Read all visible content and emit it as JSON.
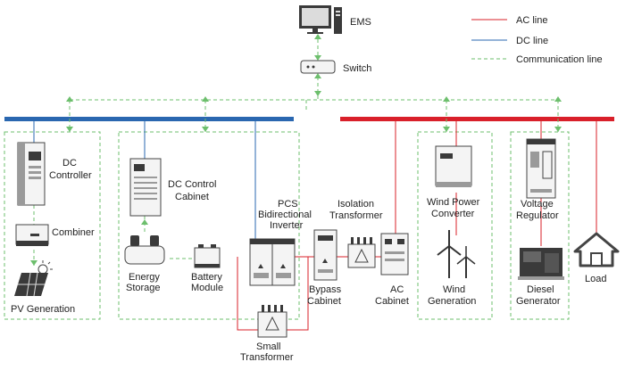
{
  "legend": {
    "ac_line": "AC line",
    "dc_line": "DC line",
    "communication_line": "Communication line"
  },
  "labels": {
    "ems": "EMS",
    "switch": "Switch",
    "dc_controller": [
      "DC",
      "Controller"
    ],
    "combiner": "Combiner",
    "pv_generation": "PV Generation",
    "dc_control_cabinet": [
      "DC Control",
      "Cabinet"
    ],
    "energy_storage": [
      "Energy",
      "Storage"
    ],
    "battery_module": [
      "Battery",
      "Module"
    ],
    "pcs": [
      "PCS",
      "Bidirectional",
      "Inverter"
    ],
    "small_transformer": [
      "Small",
      "Transformer"
    ],
    "bypass_cabinet": [
      "Bypass",
      "Cabinet"
    ],
    "isolation_transformer": [
      "Isolation",
      "Transformer"
    ],
    "ac_cabinet": [
      "AC",
      "Cabinet"
    ],
    "wind_power_converter": [
      "Wind Power",
      "Converter"
    ],
    "wind_generation": [
      "Wind",
      "Generation"
    ],
    "voltage_regulator": [
      "Voltage",
      "Regulator"
    ],
    "diesel_generator": [
      "Diesel",
      "Generator"
    ],
    "load": "Load"
  },
  "colors": {
    "ac": "#d9202a",
    "dc": "#2a67b0",
    "communication": "#6dbf6d"
  },
  "icons": [
    "monitor-icon",
    "switch-icon",
    "cabinet-icon",
    "solar-panel-icon",
    "battery-icon",
    "transformer-icon",
    "wind-turbine-icon",
    "generator-icon",
    "house-icon"
  ]
}
